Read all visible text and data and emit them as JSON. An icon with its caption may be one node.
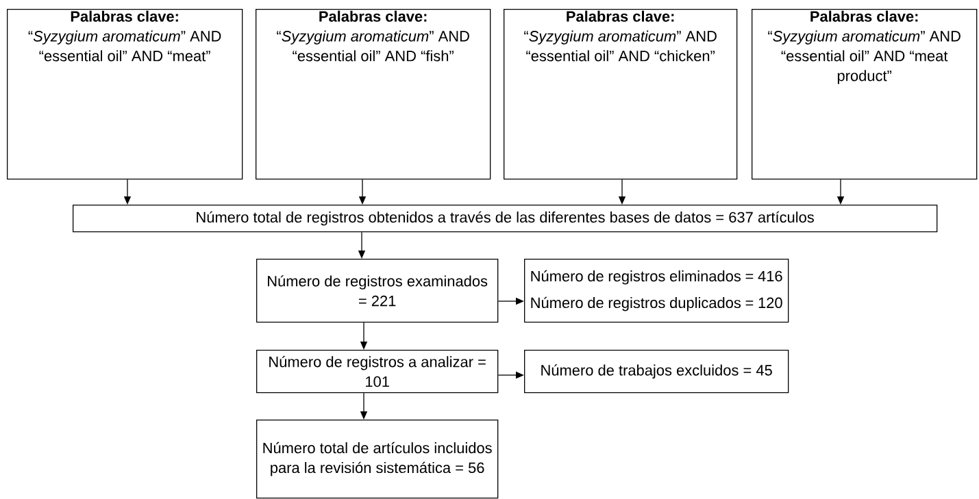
{
  "diagram": {
    "nodes": [
      {
        "text": [
          "Palabras clave:",
          "“*Syzygium aromaticum*” AND “essential oil” AND “meat”"
        ]
      },
      {
        "text": [
          "Palabras clave:",
          "“*Syzygium aromaticum*” AND “essential oil” AND “fish”"
        ]
      },
      {
        "text": [
          "Palabras clave:",
          "“*Syzygium aromaticum*” AND “essential oil” AND “chicken”"
        ]
      },
      {
        "text": [
          "Palabras clave:",
          "“*Syzygium aromaticum*” AND “essential oil” AND “meat product”"
        ]
      },
      {
        "text": [
          "Número total de registros obtenidos a través de las diferentes bases de datos = 637 artículos"
        ]
      },
      {
        "text": [
          "Número de registros examinados = 221"
        ]
      },
      {
        "text": [
          "Número de registros eliminados = 416",
          "Número de registros duplicados = 120"
        ]
      },
      {
        "text": [
          "Número de registros a analizar = 101"
        ]
      },
      {
        "text": [
          "Número de trabajos excluidos = 45"
        ]
      },
      {
        "text": [
          "Número total de artículos incluidos para la revisión sistemática = 56"
        ]
      }
    ],
    "edges": [
      {
        "from": 0,
        "to": 4,
        "arrow": "to"
      },
      {
        "from": 1,
        "to": 4,
        "arrow": "to"
      },
      {
        "from": 2,
        "to": 4,
        "arrow": "to"
      },
      {
        "from": 3,
        "to": 4,
        "arrow": "to"
      },
      {
        "from": 4,
        "to": 5,
        "arrow": "to"
      },
      {
        "from": 5,
        "to": 6,
        "arrow": "to"
      },
      {
        "from": 5,
        "to": 7,
        "arrow": "to"
      },
      {
        "from": 7,
        "to": 8,
        "arrow": "to"
      },
      {
        "from": 7,
        "to": 9,
        "arrow": "to"
      }
    ]
  }
}
